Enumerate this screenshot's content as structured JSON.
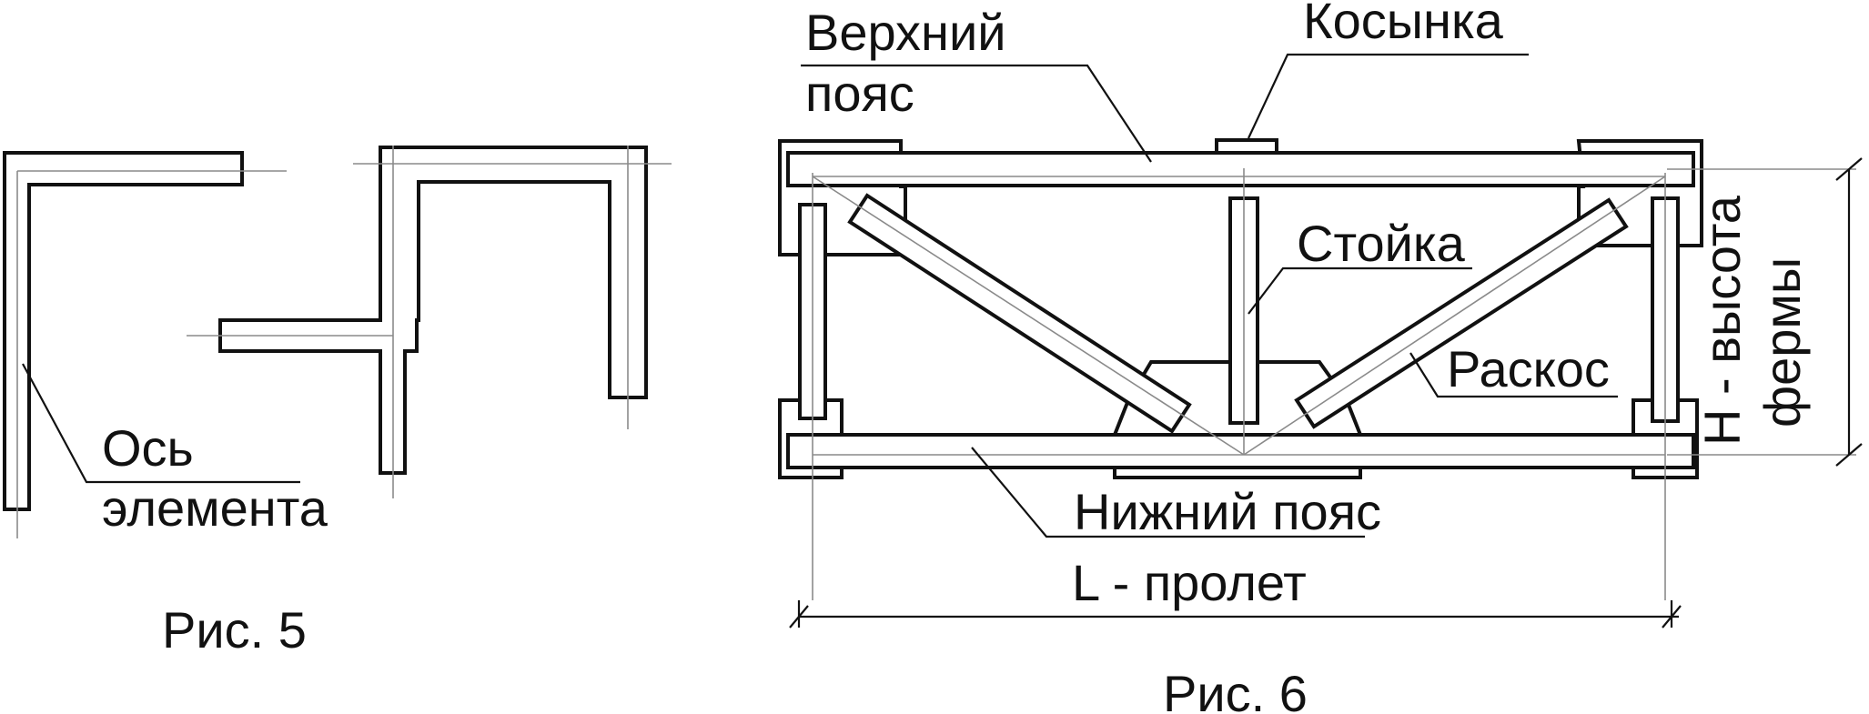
{
  "fig5": {
    "caption": "Рис. 5",
    "axis_label_line1": "Ось",
    "axis_label_line2": "элемента"
  },
  "fig6": {
    "caption": "Рис. 6",
    "top_chord_line1": "Верхний",
    "top_chord_line2": "пояс",
    "gusset": "Косынка",
    "post": "Стойка",
    "diagonal": "Раскос",
    "bottom_chord": "Нижний пояс",
    "span": "L - пролет",
    "height_line1": "Н - высота",
    "height_line2": "фермы"
  }
}
